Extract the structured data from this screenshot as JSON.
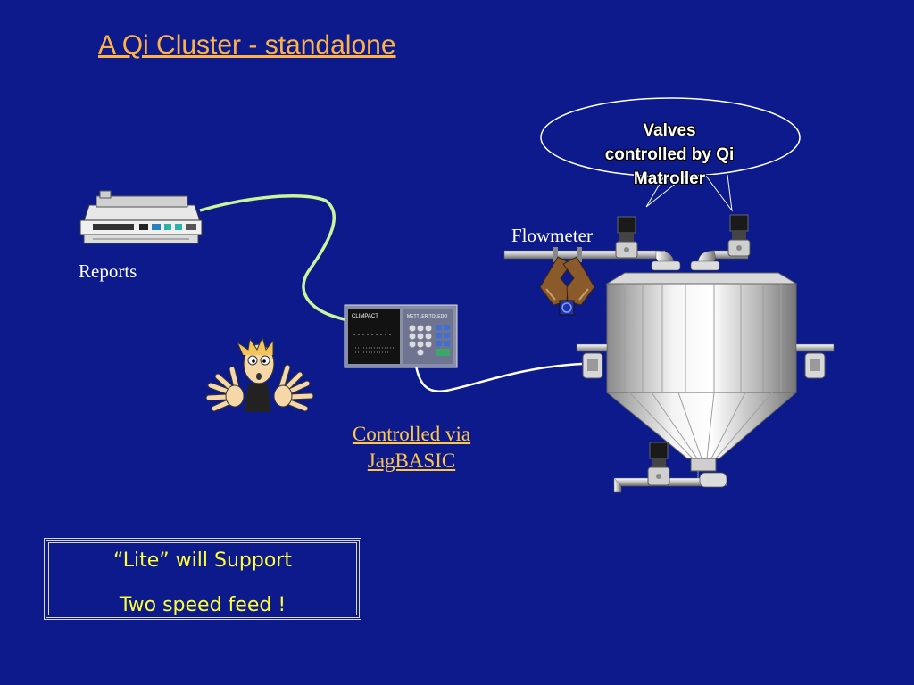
{
  "title": "A Qi Cluster - standalone",
  "labels": {
    "reports": "Reports",
    "flowmeter": "Flowmeter",
    "controlled_line1": "Controlled via",
    "controlled_line2": "JagBASIC"
  },
  "callout": {
    "line1": "Valves",
    "line2": "controlled by Qi",
    "line3": "Matroller"
  },
  "note": {
    "line1": "“Lite” will Support",
    "line2": "Two speed feed !"
  },
  "terminal": {
    "brand_left": "CLIMPACT",
    "brand_right": "METTLER TOLEDO"
  },
  "colors": {
    "background": "#0c1a8c",
    "title": "#ffb347",
    "cable_printer": "#ccf59a",
    "cable_tank": "#ffffff",
    "note_text": "#ffff33"
  }
}
